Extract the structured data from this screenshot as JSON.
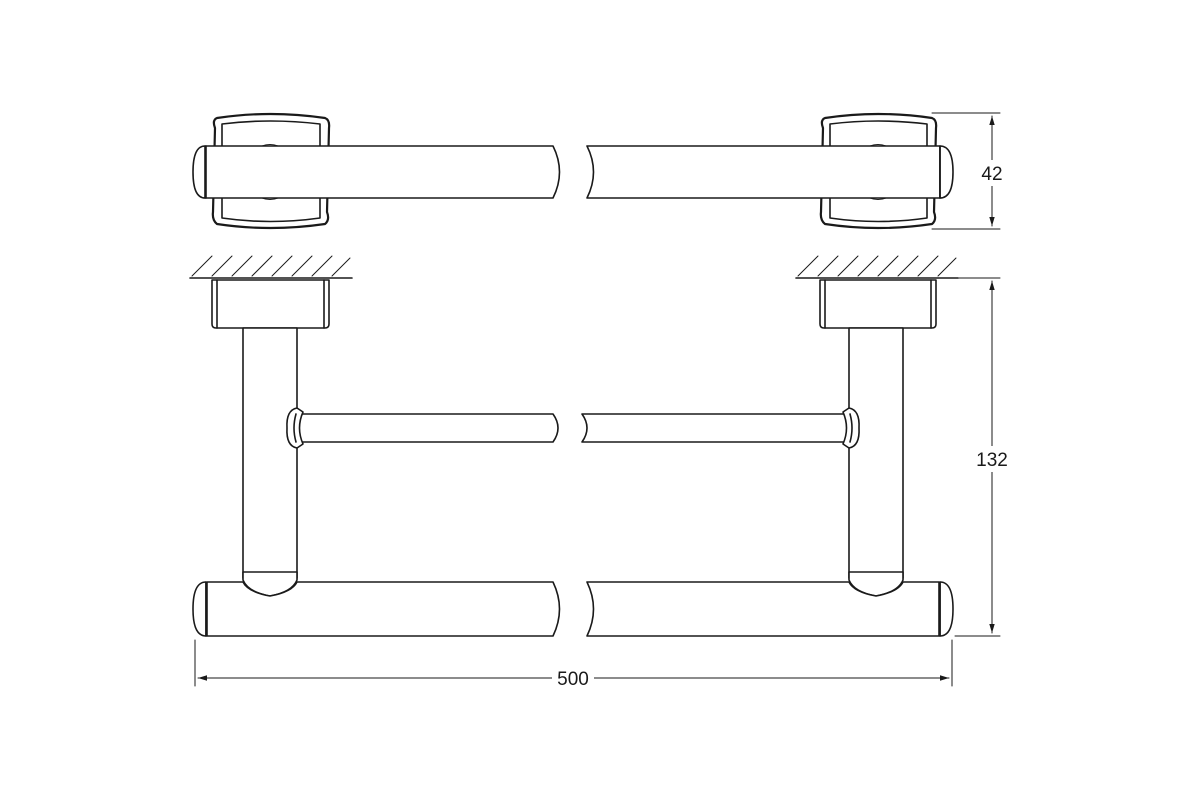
{
  "drawing": {
    "dimensions": {
      "depth_label": "42",
      "height_label": "132",
      "width_label": "500"
    },
    "colors": {
      "line": "#1a1a1a",
      "background": "#ffffff"
    }
  }
}
